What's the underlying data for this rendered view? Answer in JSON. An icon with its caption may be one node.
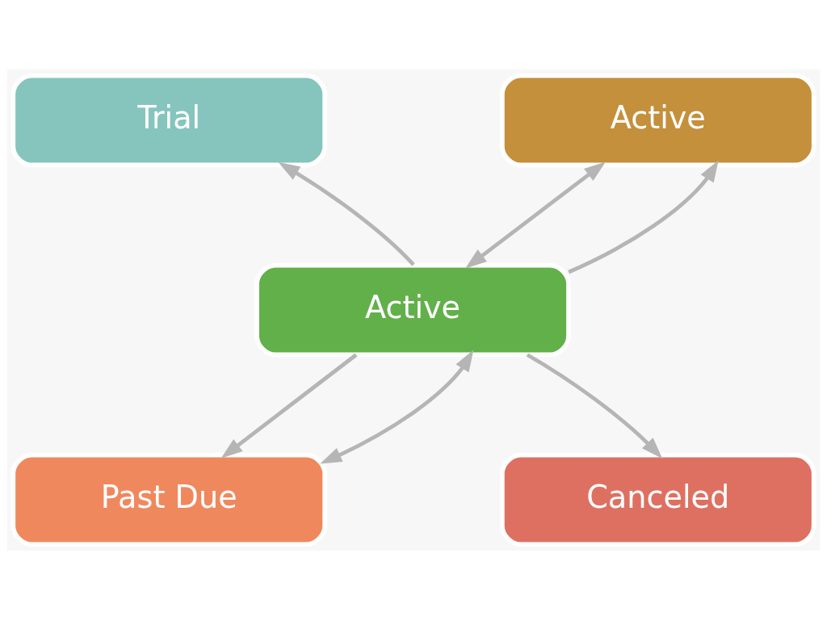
{
  "diagram": {
    "nodes": [
      {
        "text": [
          "Trial"
        ]
      },
      {
        "text": [
          "Active"
        ]
      },
      {
        "text": [
          "Active"
        ]
      },
      {
        "text": [
          "Past Due"
        ]
      },
      {
        "text": [
          "Canceled"
        ]
      }
    ],
    "edges": [
      {
        "from": 2,
        "to": 0,
        "arrow": "to"
      },
      {
        "from": 2,
        "to": 1,
        "arrow": "both"
      },
      {
        "from": 2,
        "to": 1,
        "arrow": "to"
      },
      {
        "from": 2,
        "to": 3,
        "arrow": "to"
      },
      {
        "from": 2,
        "to": 4,
        "arrow": "to"
      },
      {
        "from": 3,
        "to": 2,
        "arrow": "both"
      }
    ]
  }
}
